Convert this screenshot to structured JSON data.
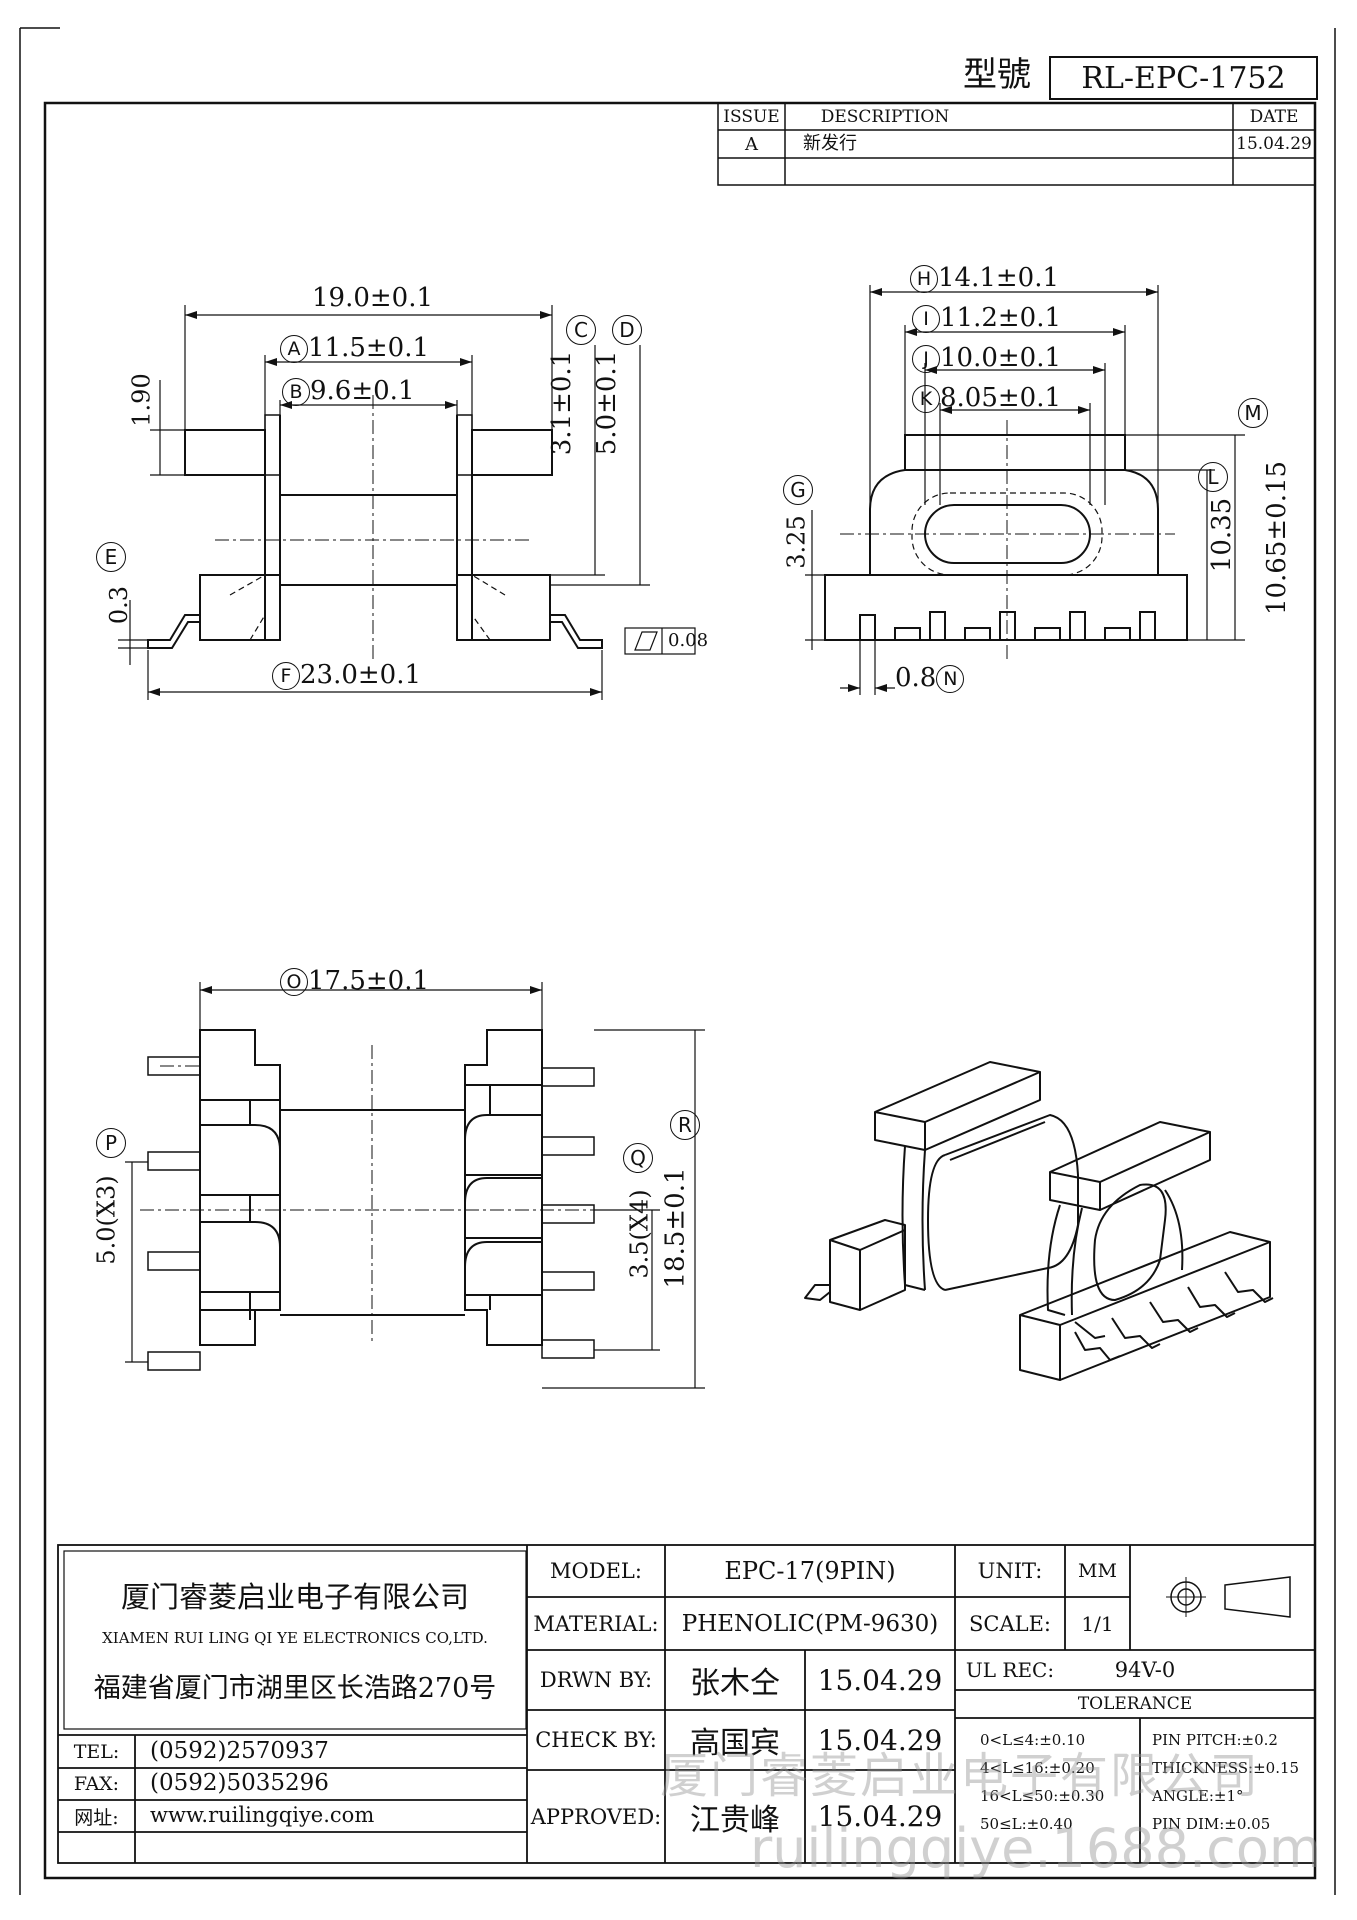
{
  "header": {
    "model_label": "型號",
    "model_number": "RL-EPC-1752"
  },
  "revision": {
    "col_issue": "ISSUE",
    "col_description": "DESCRIPTION",
    "col_date": "DATE",
    "rows": [
      {
        "issue": "A",
        "description": "新发行",
        "date": "15.04.29"
      }
    ]
  },
  "dimensions": {
    "overall_top": "19.0±0.1",
    "A": {
      "letter": "A",
      "text": "11.5±0.1"
    },
    "B": {
      "letter": "B",
      "text": "9.6±0.1"
    },
    "C": {
      "letter": "C",
      "text": "3.1±0.1"
    },
    "D": {
      "letter": "D",
      "text": "5.0±0.1"
    },
    "h190": "1.90",
    "E": {
      "letter": "E",
      "text": "0.3"
    },
    "F": {
      "letter": "F",
      "text": "23.0±0.1"
    },
    "flatness": "0.08",
    "H": {
      "letter": "H",
      "text": "14.1±0.1"
    },
    "I": {
      "letter": "I",
      "text": "11.2±0.1"
    },
    "J": {
      "letter": "J",
      "text": "10.0±0.1"
    },
    "K": {
      "letter": "K",
      "text": "8.05±0.1"
    },
    "M": {
      "letter": "M"
    },
    "L": {
      "letter": "L",
      "text": "10.65±0.15"
    },
    "h1035": "10.35",
    "G": {
      "letter": "G",
      "text": "3.25"
    },
    "N": {
      "letter": "N",
      "text": "0.8"
    },
    "O": {
      "letter": "O",
      "text": "17.5±0.1"
    },
    "P": {
      "letter": "P",
      "text": "5.0(X3)"
    },
    "Q": {
      "letter": "Q",
      "text": "3.5(X4)"
    },
    "R": {
      "letter": "R",
      "text": "18.5±0.1"
    }
  },
  "company": {
    "name_cn": "厦门睿菱启业电子有限公司",
    "name_en": "XIAMEN RUI LING QI YE ELECTRONICS CO,LTD.",
    "address": "福建省厦门市湖里区长浩路270号",
    "tel_label": "TEL:",
    "tel": "(0592)2570937",
    "fax_label": "FAX:",
    "fax": "(0592)5035296",
    "web_label": "网址:",
    "web": "www.ruilingqiye.com"
  },
  "titleblock": {
    "model_label": "MODEL:",
    "model": "EPC-17(9PIN)",
    "material_label": "MATERIAL:",
    "material": "PHENOLIC(PM-9630)",
    "drawn_label": "DRWN BY:",
    "drawn_by": "张木仝",
    "drawn_date": "15.04.29",
    "check_label": "CHECK BY:",
    "check_by": "高国宾",
    "check_date": "15.04.29",
    "approved_label": "APPROVED:",
    "approved_by": "江贵峰",
    "approved_date": "15.04.29",
    "unit_label": "UNIT:",
    "unit": "MM",
    "scale_label": "SCALE:",
    "scale": "1/1",
    "ul_label": "UL REC:",
    "ul": "94V-0",
    "tolerance_label": "TOLERANCE",
    "tol_left": [
      "0<L≤4:±0.10",
      "4<L≤16:±0.20",
      "16<L≤50:±0.30",
      "50≤L:±0.40"
    ],
    "tol_right": [
      "PIN PITCH:±0.2",
      "THICKNESS:±0.15",
      "ANGLE:±1°",
      "PIN DIM:±0.05"
    ]
  },
  "watermark": {
    "line1": "厦门睿菱启业电子有限公司",
    "line2": "ruilingqiye.1688.com"
  }
}
